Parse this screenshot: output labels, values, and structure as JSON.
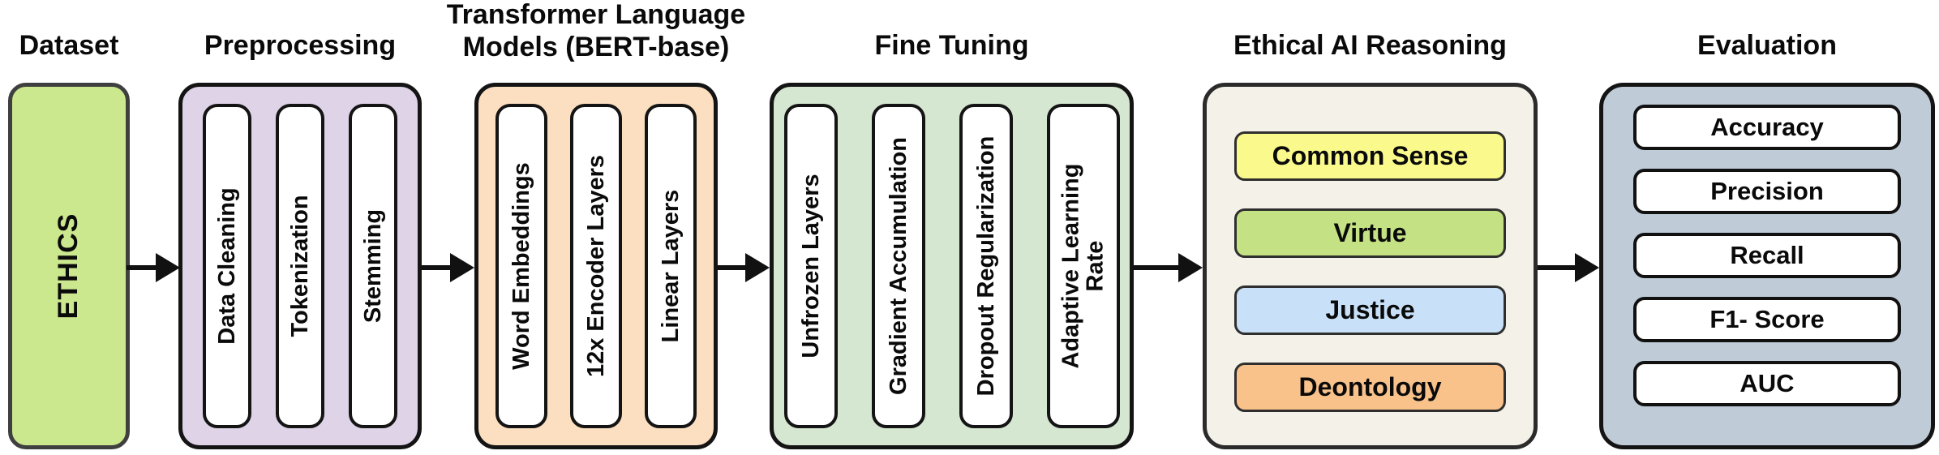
{
  "diagram_title": "Ethical AI pipeline flow diagram",
  "palette": {
    "background": "#ffffff",
    "dataset_box": "#cbe88e",
    "preprocessing_box": "#ded3e7",
    "transformer_box": "#fcdfc1",
    "fine_tuning_box": "#d6e7d1",
    "ethical_box": "#f4f1e9",
    "evaluation_box": "#bfccd7",
    "inner_box": "#ffffff",
    "arrow": "#111111",
    "text": "#0a0a0a"
  },
  "sections": [
    {
      "title": "Dataset",
      "box_color": "#cbe88e",
      "label": "ETHICS"
    },
    {
      "title": "Preprocessing",
      "box_color": "#ded3e7",
      "items": [
        "Data Cleaning",
        "Tokenization",
        "Stemming"
      ]
    },
    {
      "title": "Transformer Language Models (BERT-base)",
      "title_lines": [
        "Transformer Language",
        "Models (BERT-base)"
      ],
      "box_color": "#fcdfc1",
      "items": [
        "Word Embeddings",
        "12x Encoder Layers",
        "Linear Layers"
      ]
    },
    {
      "title": "Fine Tuning",
      "box_color": "#d6e7d1",
      "items": [
        "Unfrozen Layers",
        "Gradient Accumulation",
        "Dropout Regularization",
        "Adaptive Learning Rate"
      ]
    },
    {
      "title": "Ethical AI Reasoning",
      "box_color": "#f4f1e9",
      "pills": [
        {
          "label": "Common Sense",
          "color": "#fafa8c"
        },
        {
          "label": "Virtue",
          "color": "#c4e284"
        },
        {
          "label": "Justice",
          "color": "#c9e1f8"
        },
        {
          "label": "Deontology",
          "color": "#f9c28b"
        }
      ]
    },
    {
      "title": "Evaluation",
      "box_color": "#bfccd7",
      "items": [
        "Accuracy",
        "Precision",
        "Recall",
        "F1- Score",
        "AUC"
      ]
    }
  ]
}
